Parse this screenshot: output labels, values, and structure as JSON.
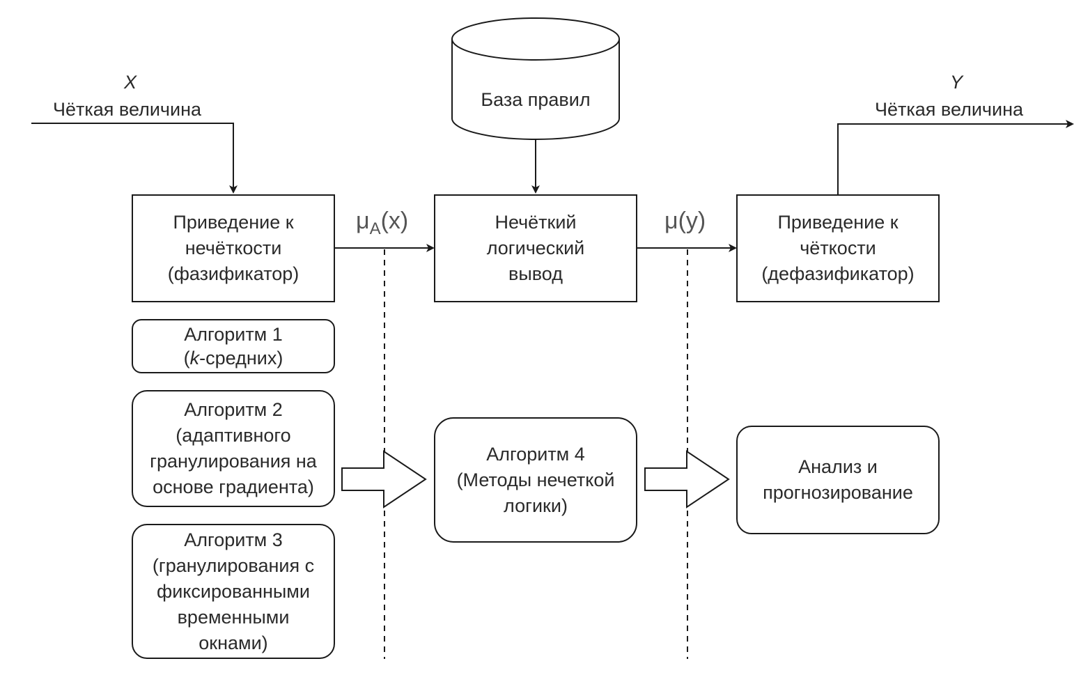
{
  "input": {
    "symbol": "X",
    "label": "Чёткая величина"
  },
  "output": {
    "symbol": "Y",
    "label": "Чёткая величина"
  },
  "rule_base": {
    "label": "База правил"
  },
  "blocks": {
    "fuzzifier": [
      "Приведение к",
      "нечёткости",
      "(фазификатор)"
    ],
    "inference": [
      "Нечёткий",
      "логический",
      "вывод"
    ],
    "defuzzifier": [
      "Приведение к",
      "чёткости",
      "(дефазификатор)"
    ]
  },
  "signals": {
    "mu_a": {
      "base": "μ",
      "sub": "A",
      "arg": "(x)"
    },
    "mu_y": {
      "base": "μ",
      "arg": "(y)"
    }
  },
  "algorithms": {
    "alg1": {
      "line1": "Алгоритм 1",
      "open": "(",
      "k": "k",
      "rest": "-средних)"
    },
    "alg2": [
      "Алгоритм 2",
      "(адаптивного",
      "гранулирования на",
      "основе градиента)"
    ],
    "alg3": [
      "Алгоритм 3",
      "(гранулирования с",
      "фиксированными",
      "временными",
      "окнами)"
    ],
    "alg4": [
      "Алгоритм 4",
      "(Методы нечеткой",
      "логики)"
    ],
    "analysis": [
      "Анализ и",
      "прогнозирование"
    ]
  },
  "colors": {
    "stroke": "#1a1a1a",
    "text": "#2a2a2a",
    "background": "#ffffff"
  }
}
